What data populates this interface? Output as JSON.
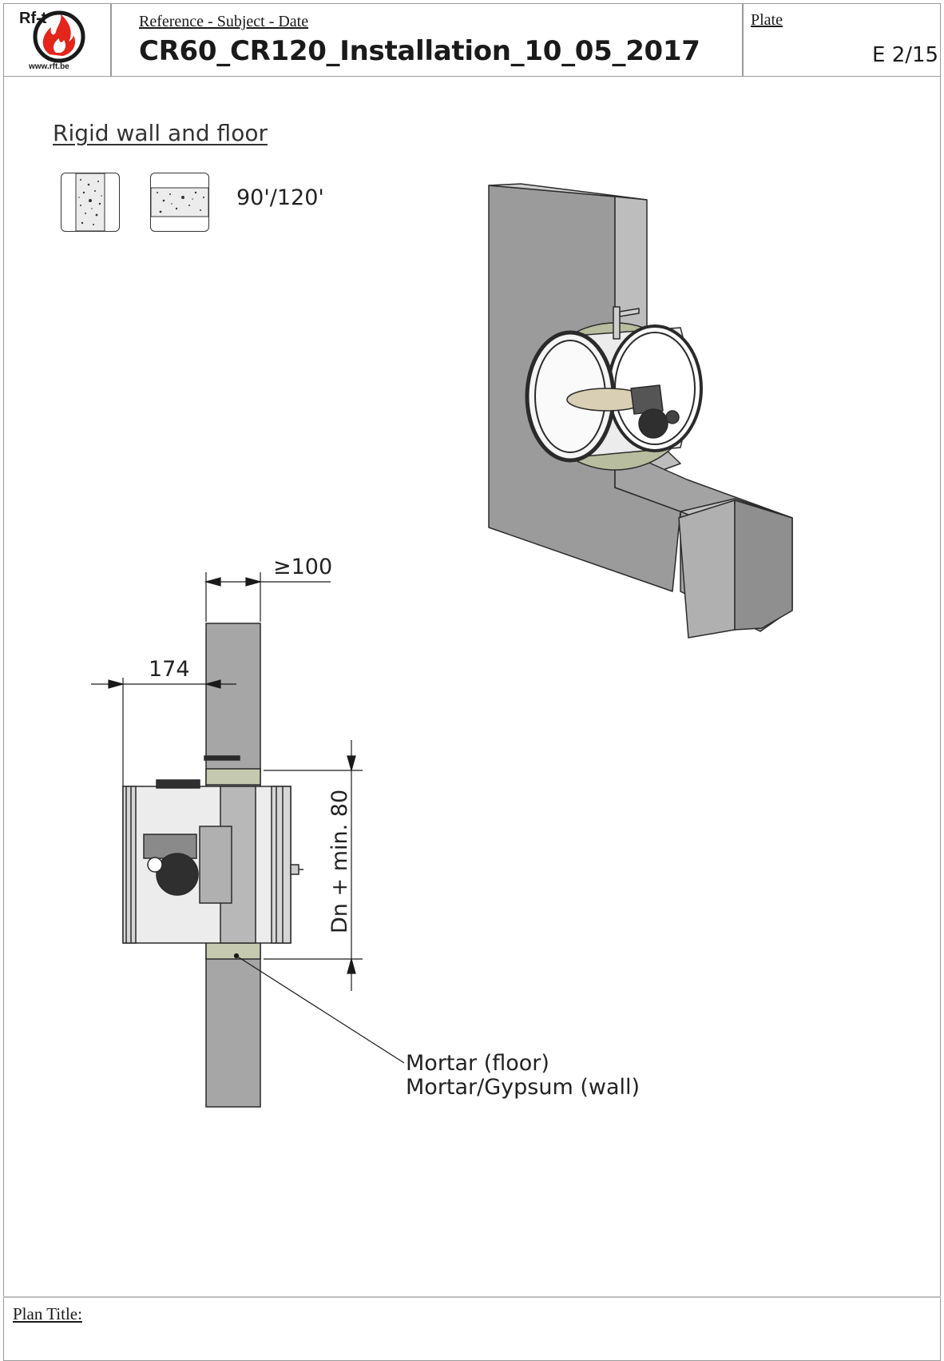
{
  "header": {
    "logo_brand": "Rf-t",
    "logo_url": "www.rft.be",
    "reference_label": "Reference - Subject - Date",
    "document_title": "CR60_CR120_Installation_10_05_2017",
    "plate_label": "Plate",
    "plate_value": "E 2/15"
  },
  "section": {
    "title": "Rigid wall and floor",
    "fire_rating": "90'/120'"
  },
  "drawing": {
    "dim_wall_thickness": "≥100",
    "dim_depth": "174",
    "dim_opening": "Dn + min. 80",
    "callout_line1": "Mortar (floor)",
    "callout_line2": "Mortar/Gypsum (wall)"
  },
  "footer": {
    "plan_title_label": "Plan Title:"
  },
  "colors": {
    "logo_red": "#e3251c",
    "concrete": "#a6a6a6",
    "mortar": "#c4c9b0"
  }
}
